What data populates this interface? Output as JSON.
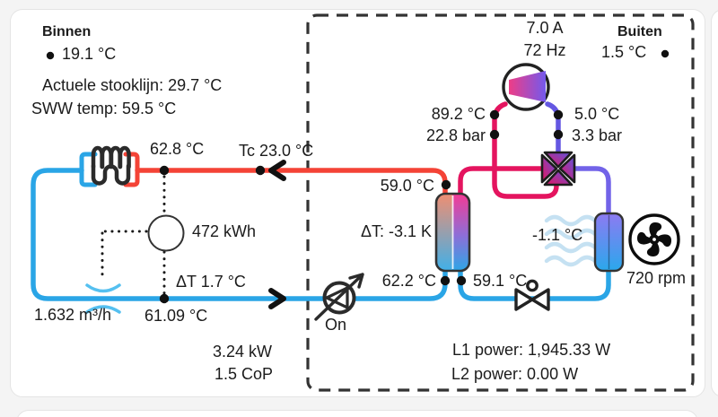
{
  "binnen": {
    "title": "Binnen",
    "temperature": "19.1 °C",
    "stooklijn": "Actuele stooklijn: 29.7 °C",
    "sww": "SWW temp: 59.5 °C",
    "supply_temp": "62.8 °C",
    "tc": "Tc 23.0 °C",
    "energy": "472 kWh",
    "delta_t": "ΔT 1.7 °C",
    "flow_rate": "1.632 m³/h",
    "return_temp": "61.09 °C",
    "pump_state": "On",
    "heat_power": "3.24 kW",
    "cop": "1.5 CoP"
  },
  "heat_exchanger": {
    "top_temp": "59.0 °C",
    "delta_t": "ΔT: -3.1 K",
    "bottom_left_temp": "62.2 °C",
    "bottom_right_temp": "59.1 °C"
  },
  "compressor": {
    "current": "7.0 A",
    "frequency": "72 Hz",
    "discharge_temp": "89.2 °C",
    "discharge_pressure": "22.8 bar",
    "suction_temp": "5.0 °C",
    "suction_pressure": "3.3 bar"
  },
  "buiten": {
    "title": "Buiten",
    "temperature": "1.5 °C",
    "evaporator_temp": "-1.1 °C",
    "fan_speed": "720 rpm",
    "l1_power": "L1 power: 1,945.33 W",
    "l2_power": "L2 power: 0.00 W"
  },
  "icons": {
    "heating_coil": "heating-coil-icon",
    "energy_meter": "energy-meter-icon",
    "flow_meter": "flow-meter-icon",
    "pump": "pump-icon",
    "compressor": "compressor-icon",
    "four_way_valve": "four-way-valve-icon",
    "expansion_valve": "expansion-valve-icon",
    "condenser": "plate-heat-exchanger-icon",
    "evaporator": "evaporator-icon",
    "fan": "fan-icon",
    "frost": "defrost-waves-icon"
  },
  "colors": {
    "water_cold": "#2aa5e6",
    "water_hot": "#f44336",
    "refrigerant_high": "#e4145f",
    "refrigerant_low": "#6457e2",
    "outline": "#2b2b2b",
    "text": "#1b1b1b"
  }
}
